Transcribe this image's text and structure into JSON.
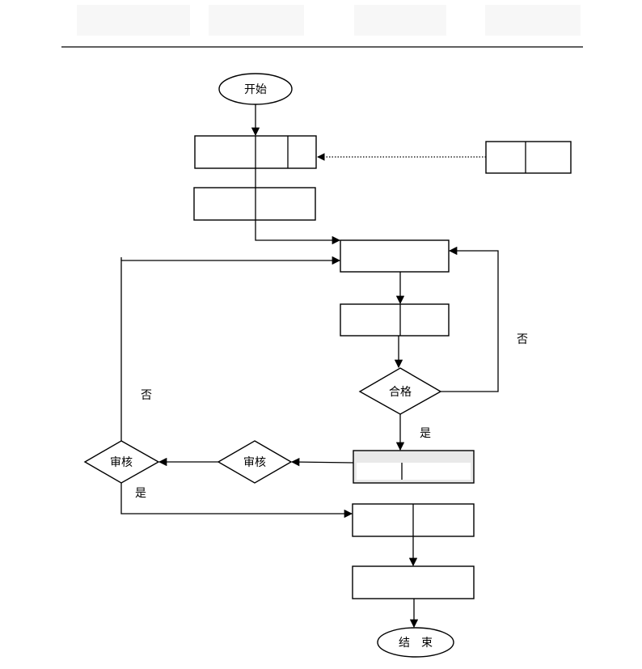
{
  "flow": {
    "start": "开始",
    "end": "结　束",
    "decision_qualified": "合格",
    "decision_review_1": "审核",
    "decision_review_2": "审核",
    "label_no_right": "否",
    "label_no_left": "否",
    "label_yes_qualified": "是",
    "label_yes_review": "是"
  }
}
